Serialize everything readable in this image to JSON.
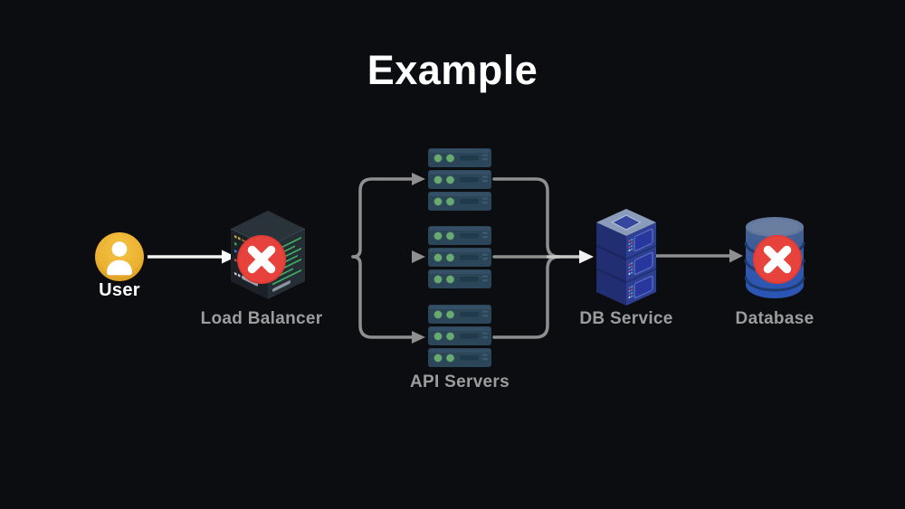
{
  "title": "Example",
  "diagram": {
    "nodes": {
      "user": {
        "label": "User",
        "status": "healthy"
      },
      "load_balancer": {
        "label": "Load Balancer",
        "status": "error"
      },
      "api_servers": {
        "label": "API Servers",
        "status": "healthy",
        "replicas": 3
      },
      "db_service": {
        "label": "DB Service",
        "status": "healthy"
      },
      "database": {
        "label": "Database",
        "status": "error"
      }
    },
    "edges": [
      {
        "from": "User",
        "to": "Load Balancer"
      },
      {
        "from": "Load Balancer",
        "to": "API Servers",
        "branches": 3
      },
      {
        "from": "API Servers",
        "to": "DB Service"
      },
      {
        "from": "DB Service",
        "to": "Database"
      }
    ],
    "colors": {
      "background": "#0b0d11",
      "title_text": "#ffffff",
      "node_label": "#9d9d9d",
      "error_badge": "#e7423c",
      "connector_bright": "#f4f4f4",
      "connector_gray": "#8f8f8f",
      "user_gold": "#ecb231",
      "api_server_body": "#2c4659",
      "led_green": "#69aa72",
      "db_tower_blue": "#2e4095",
      "database_blue": "#2a55b5"
    }
  }
}
